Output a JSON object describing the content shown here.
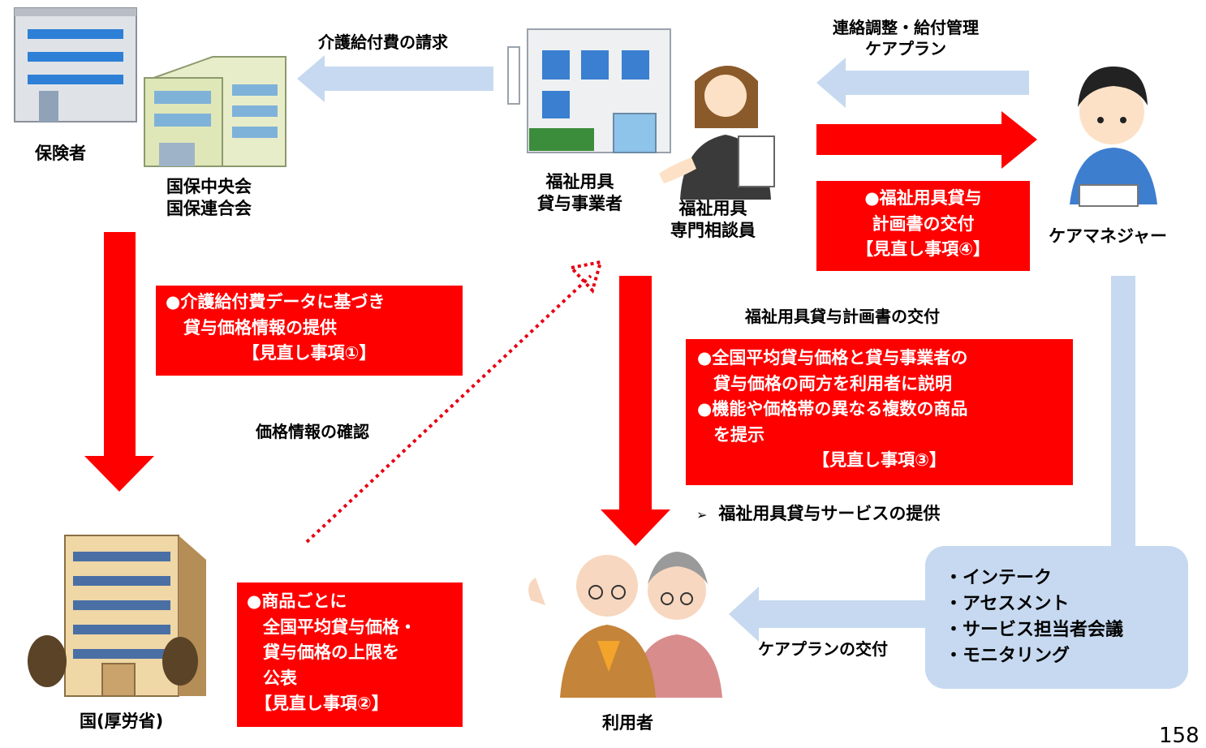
{
  "nodes": {
    "insurer": "保険者",
    "kokuho": [
      "国保中央会",
      "国保連合会"
    ],
    "provider": [
      "福祉用具",
      "貸与事業者"
    ],
    "consultant": [
      "福祉用具",
      "専門相談員"
    ],
    "care_manager": "ケアマネジャー",
    "government": "国(厚労省)",
    "user": "利用者"
  },
  "arrow_labels": {
    "claim": "介護給付費の請求",
    "coordination": [
      "連絡調整・給付管理",
      "ケアプラン"
    ],
    "price_check": "価格情報の確認",
    "plan_delivery": "福祉用具貸与計画書の交付",
    "care_plan_delivery": "ケアプランの交付"
  },
  "review_boxes": {
    "box1": {
      "lines": [
        "●介護給付費データに基づき",
        "  貸与価格情報の提供"
      ],
      "tag": "【見直し事項①】"
    },
    "box2": {
      "lines": [
        "●商品ごとに",
        "  全国平均貸与価格・",
        "  貸与価格の上限を",
        "  公表"
      ],
      "tag": "【見直し事項②】"
    },
    "box3": {
      "lines": [
        "●全国平均貸与価格と貸与事業者の",
        "  貸与価格の両方を利用者に説明",
        "●機能や価格帯の異なる複数の商品",
        "  を提示"
      ],
      "tag": "【見直し事項③】"
    },
    "box4": {
      "lines": [
        "●福祉用具貸与",
        "計画書の交付"
      ],
      "tag": "【見直し事項④】"
    }
  },
  "service_item": {
    "bullet": "➢",
    "text": "福祉用具貸与サービスの提供"
  },
  "care_process": [
    "・インテーク",
    "・アセスメント",
    "・サービス担当者会議",
    "・モニタリング"
  ],
  "page_number": "158",
  "colors": {
    "red": "#ff0000",
    "light_blue": "#c6d9f0",
    "dotted_red": "#e60012"
  }
}
